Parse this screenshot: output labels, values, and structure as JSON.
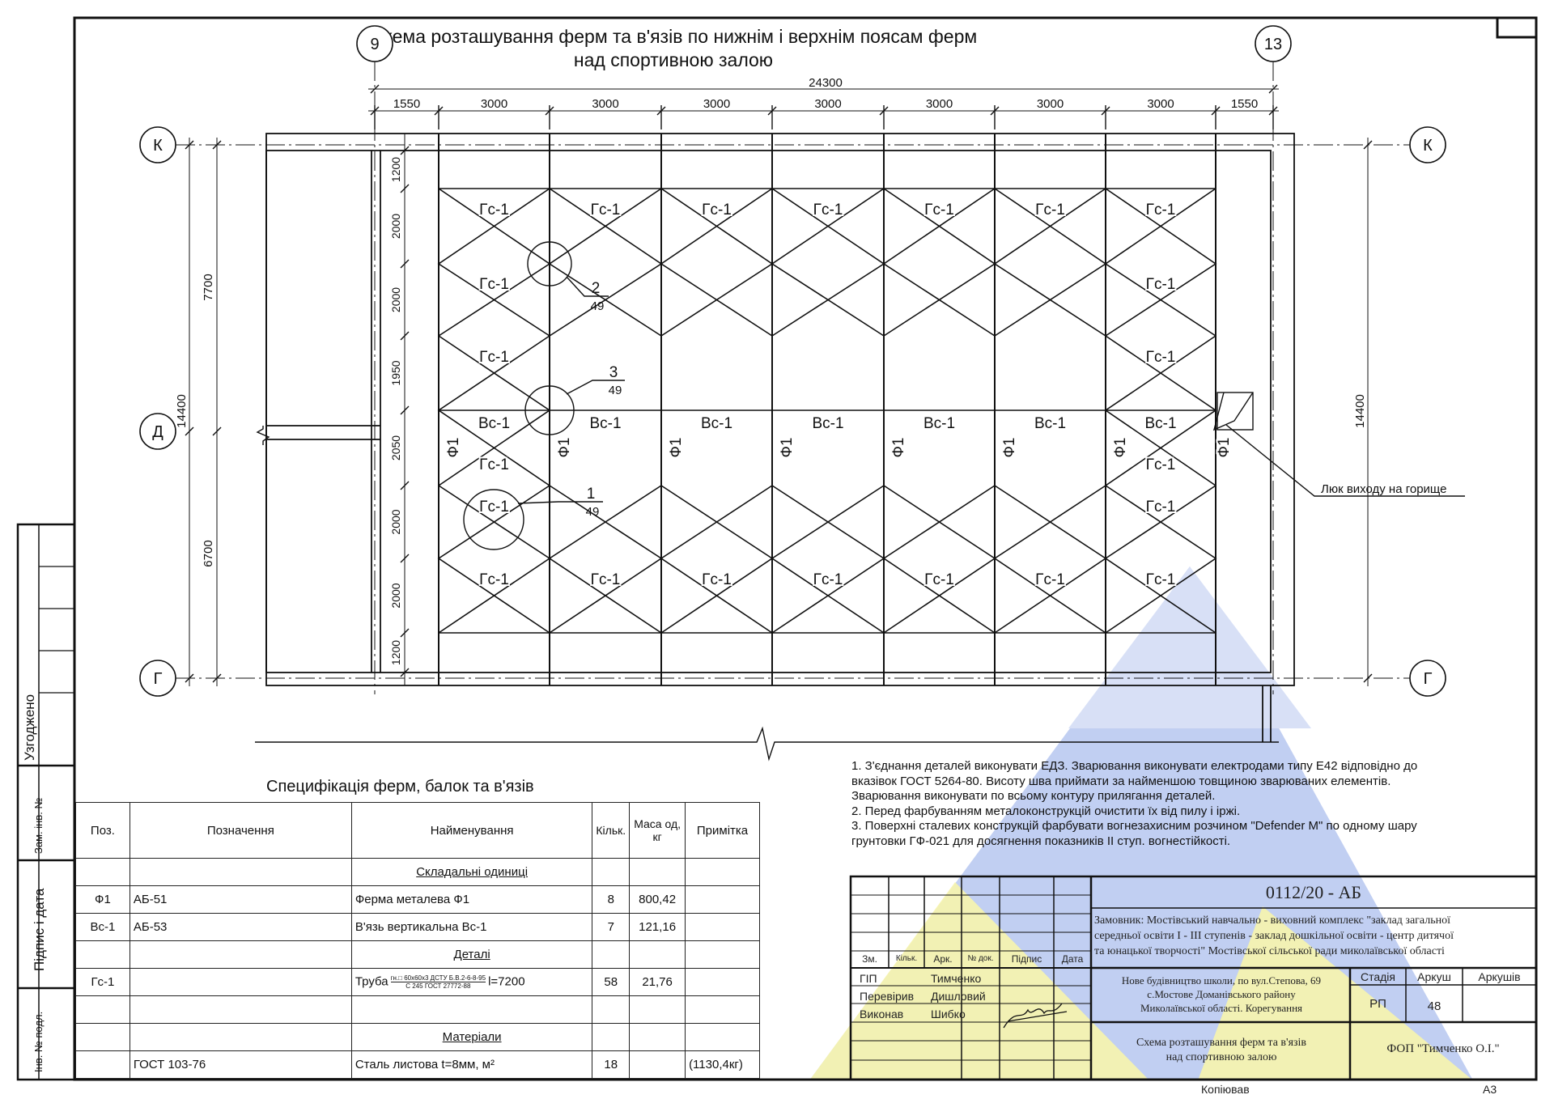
{
  "title": {
    "line1": "Схема розташування ферм та в'язів по нижнім і верхнім поясам ферм",
    "line2": "над спортивною залою"
  },
  "axes": {
    "col_left": "9",
    "col_right": "13",
    "row_top": "К",
    "row_mid": "Д",
    "row_bottom": "Г"
  },
  "dims_top": {
    "total": "24300",
    "segments": [
      "1550",
      "3000",
      "3000",
      "3000",
      "3000",
      "3000",
      "3000",
      "3000",
      "1550"
    ]
  },
  "dims_left_inner": [
    "1200",
    "2000",
    "2000",
    "1950",
    "2050",
    "2000",
    "2000",
    "1200"
  ],
  "dims_left_outer": [
    "7700",
    "6700"
  ],
  "dims_left_total": "14400",
  "dims_right_total": "14400",
  "marks": {
    "gs": "Гс-1",
    "vs": "Вс-1",
    "f": "Ф1"
  },
  "callouts": [
    {
      "num": "2",
      "sheet": "49"
    },
    {
      "num": "3",
      "sheet": "49"
    },
    {
      "num": "1",
      "sheet": "49"
    }
  ],
  "hatch_label": "Люк виходу на горище",
  "spec": {
    "title": "Специфікація ферм, балок та в'язів",
    "headers": [
      "Поз.",
      "Позначення",
      "Найменування",
      "Кільк.",
      "Маса од, кг",
      "Примітка"
    ],
    "sections": {
      "assemblies": "Складальні одиниці",
      "details": "Деталі",
      "materials": "Матеріали"
    },
    "rows": {
      "r1": {
        "pos": "Ф1",
        "designation": "АБ-51",
        "name": "Ферма металева Ф1",
        "qty": "8",
        "mass": "800,42",
        "note": ""
      },
      "r2": {
        "pos": "Вс-1",
        "designation": "АБ-53",
        "name": "В'язь вертикальна Вс-1",
        "qty": "7",
        "mass": "121,16",
        "note": ""
      },
      "r3": {
        "pos": "Гс-1",
        "designation": "",
        "name_prefix": "Труба",
        "frac_top": "гн.□ 60х60х3 ДСТУ Б.В.2-6-8-95",
        "frac_bottom": "С 245 ГОСТ 27772-88",
        "name_suffix": "l=7200",
        "qty": "58",
        "mass": "21,76",
        "note": ""
      },
      "r4": {
        "pos": "",
        "designation": "ГОСТ 103-76",
        "name": "Сталь листова  t=8мм, м²",
        "qty": "18",
        "mass": "",
        "note": "(1130,4кг)"
      }
    }
  },
  "notes": [
    "1. З'єднання деталей виконувати ЕДЗ. Зварювання виконувати електродами типу Е42 відповідно до",
    "вказівок ГОСТ 5264-80. Висоту шва приймати за найменшою товщиною зварюваних елементів.",
    "Зварювання виконувати по всьому контуру прилягання деталей.",
    "2. Перед фарбуванням металоконструкцій очистити їх від пилу і іржі.",
    "3. Поверхні сталевих конструкцій фарбувати вогнезахисним розчином \"Defender M\" по одному шару",
    "грунтовки ГФ-021 для досягнення показників ІІ ступ. вогнестійкості."
  ],
  "stamp": {
    "doc_code": "0112/20 - АБ",
    "customer_lines": [
      "Замовник: Мостівський навчально - виховний комплекс \"заклад загальної",
      "середньої освіти І - ІІІ ступенів - заклад дошкільної освіти - центр дитячої",
      "та юнацької творчості\" Мостівської сільської ради миколаївської області"
    ],
    "project_lines": [
      "Нове будівництво школи, по вул.Степова, 69",
      "с.Мостове Доманівського району",
      "Миколаївської області. Корегування"
    ],
    "sheet_title_lines": [
      "Схема розташування ферм та в'язів",
      "над спортивною залою"
    ],
    "col_headers": [
      "Зм.",
      "Кільк.",
      "Арк.",
      "№ док.",
      "Підпис",
      "Дата"
    ],
    "roles": [
      {
        "role": "ГІП",
        "name": "Тимченко"
      },
      {
        "role": "Перевірив",
        "name": "Дишловий"
      },
      {
        "role": "Виконав",
        "name": "Шибко"
      }
    ],
    "stage_header": "Стадія",
    "sheet_header": "Аркуш",
    "sheets_header": "Аркушів",
    "stage": "РП",
    "sheet": "48",
    "sheets": "",
    "company": "ФОП \"Тимченко О.І.\"",
    "copied": "Копіював",
    "format": "А3"
  },
  "side": {
    "agreed": "Узгоджено",
    "inv_zam": "Зам. інв. №",
    "sign_date": "Підпис і дата",
    "inv_orig": "Інв. № подл."
  }
}
